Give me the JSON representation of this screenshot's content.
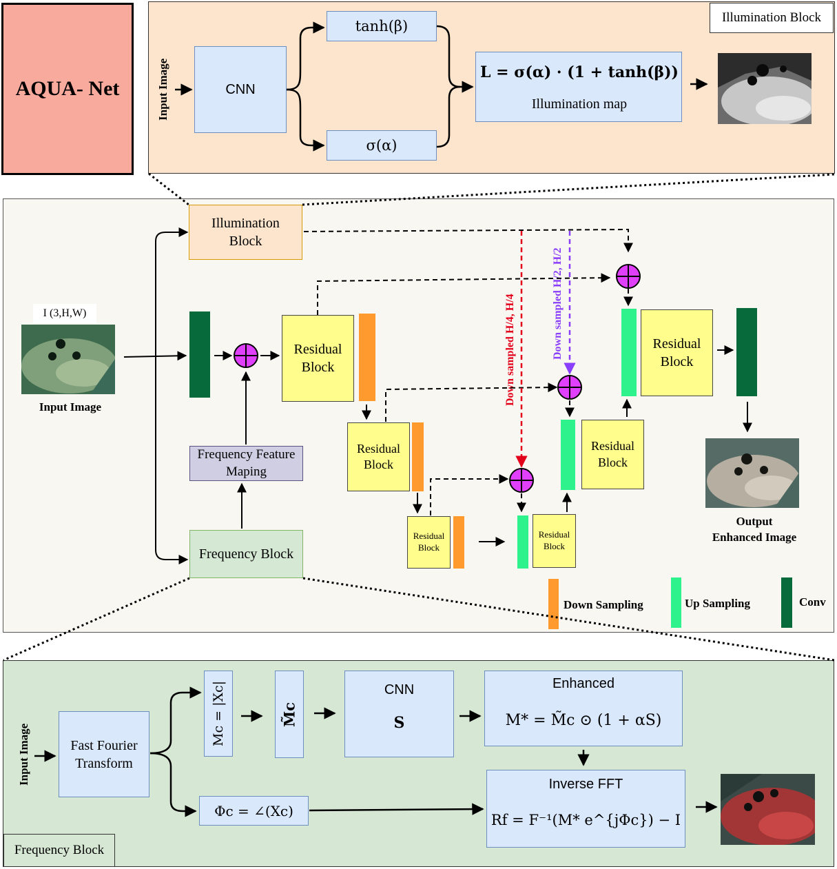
{
  "title": "AQUA- Net",
  "illumination_panel": {
    "panel_label": "Illumination Block",
    "input_label": "Input Image",
    "cnn": "CNN",
    "tanh": "tanh(β)",
    "sigma": "σ(α)",
    "formula": "L = σ(α) · (1 + tanh(β))",
    "map_label": "Illumination map"
  },
  "main": {
    "input_dims": "I (3,H,W)",
    "input_caption": "Input Image",
    "illum_block": "Illumination Block",
    "freq_block": "Frequency Block",
    "freq_mapping": "Frequency Feature Maping",
    "residual": "Residual Block",
    "down_h4": "Down sampled H/4, H/4",
    "down_h2": "Down sampled H/2, H/2",
    "output_caption_1": "Output",
    "output_caption_2": "Enhanced Image",
    "legend": {
      "down": "Down Sampling",
      "up": "Up Sampling",
      "conv": "Conv"
    },
    "colors": {
      "down_arrow": "#e3001b",
      "up_arrow": "#8a3ffc",
      "plus": "#e040fb"
    }
  },
  "frequency_panel": {
    "panel_label": "Frequency Block",
    "input_label": "Input Image",
    "fft": "Fast Fourier Transform",
    "magnitude": "Mc = |Xc|",
    "magnitude_tilde": "M̃c",
    "cnn": "CNN",
    "s": "S",
    "enhanced": "Enhanced",
    "enhanced_formula": "M* = M̃c ⊙ (1 + αS)",
    "phase": "Φc = ∠(Xc)",
    "inverse": "Inverse FFT",
    "inverse_formula": "Rf = F⁻¹(M* e^{jΦc}) − I"
  }
}
